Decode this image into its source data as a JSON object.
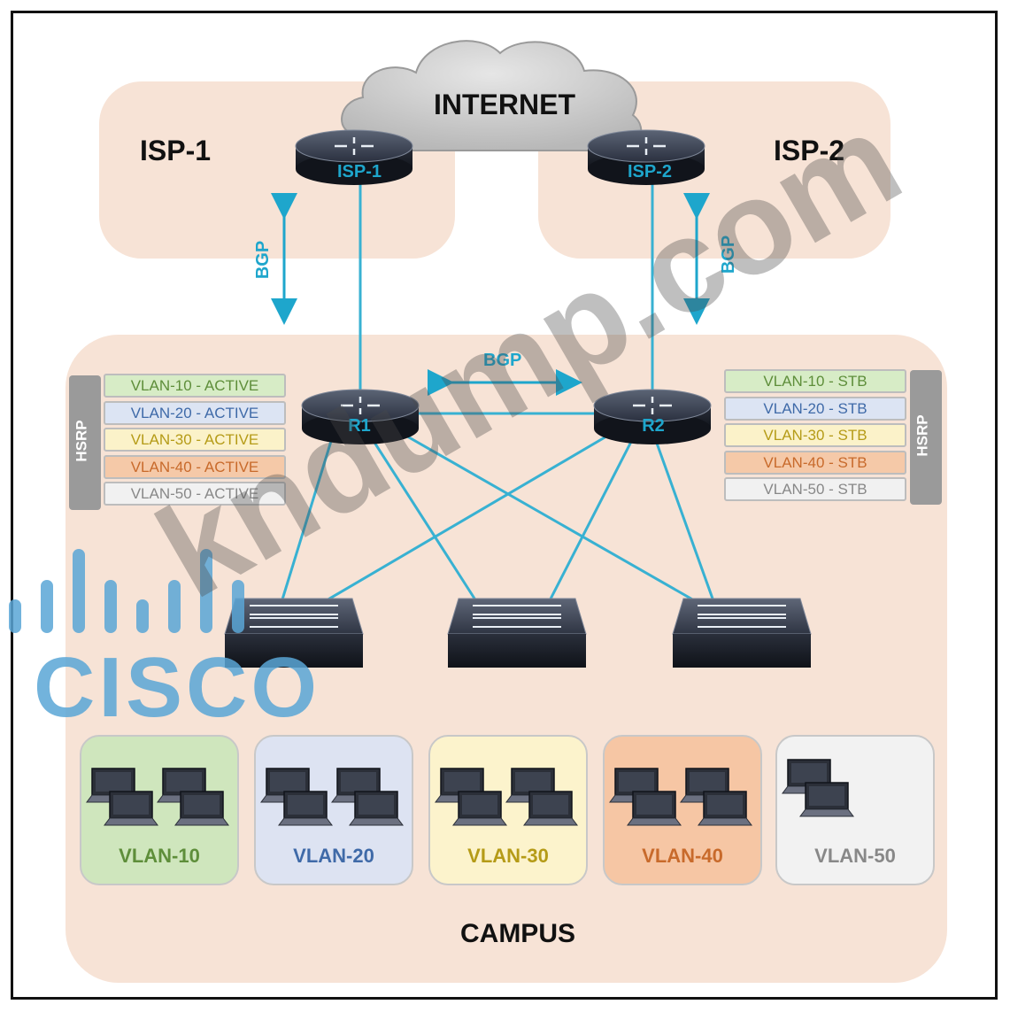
{
  "labels": {
    "internet": "INTERNET",
    "isp1_zone": "ISP-1",
    "isp2_zone": "ISP-2",
    "campus": "CAMPUS",
    "bgp_left": "BGP",
    "bgp_right": "BGP",
    "bgp_center": "BGP",
    "hsrp_left": "HSRP",
    "hsrp_right": "HSRP"
  },
  "routers": {
    "isp1": "ISP-1",
    "isp2": "ISP-2",
    "r1": "R1",
    "r2": "R2"
  },
  "hsrp_r1": [
    {
      "label": "VLAN-10 - ACTIVE",
      "bg": "#d7ecc6",
      "fg": "#5e8e3a"
    },
    {
      "label": "VLAN-20 - ACTIVE",
      "bg": "#dce4f3",
      "fg": "#3f6aa8"
    },
    {
      "label": "VLAN-30 - ACTIVE",
      "bg": "#fbf2c9",
      "fg": "#b59b17"
    },
    {
      "label": "VLAN-40 - ACTIVE",
      "bg": "#f5c9a8",
      "fg": "#c86a2b"
    },
    {
      "label": "VLAN-50 - ACTIVE",
      "bg": "#f1f1f1",
      "fg": "#888888"
    }
  ],
  "hsrp_r2": [
    {
      "label": "VLAN-10 - STB",
      "bg": "#d7ecc6",
      "fg": "#5e8e3a"
    },
    {
      "label": "VLAN-20 - STB",
      "bg": "#dce4f3",
      "fg": "#3f6aa8"
    },
    {
      "label": "VLAN-30 - STB",
      "bg": "#fbf2c9",
      "fg": "#b59b17"
    },
    {
      "label": "VLAN-40 - STB",
      "bg": "#f5c9a8",
      "fg": "#c86a2b"
    },
    {
      "label": "VLAN-50 - STB",
      "bg": "#f1f1f1",
      "fg": "#888888"
    }
  ],
  "vlan_groups": [
    {
      "label": "VLAN-10",
      "bg": "#cfe6bd",
      "fg": "#5e8e3a",
      "pcs": 4
    },
    {
      "label": "VLAN-20",
      "bg": "#dde3f2",
      "fg": "#3f6aa8",
      "pcs": 4
    },
    {
      "label": "VLAN-30",
      "bg": "#fcf3cc",
      "fg": "#b59b17",
      "pcs": 4
    },
    {
      "label": "VLAN-40",
      "bg": "#f6c6a4",
      "fg": "#c86a2b",
      "pcs": 4
    },
    {
      "label": "VLAN-50",
      "bg": "#f2f2f2",
      "fg": "#888888",
      "pcs": 2
    }
  ],
  "watermark": {
    "cisco": "CISCO",
    "site": "kndump.com"
  },
  "colors": {
    "link": "#38b1d2",
    "zone": "#f7e3d6",
    "accent": "#1ea6cc"
  }
}
